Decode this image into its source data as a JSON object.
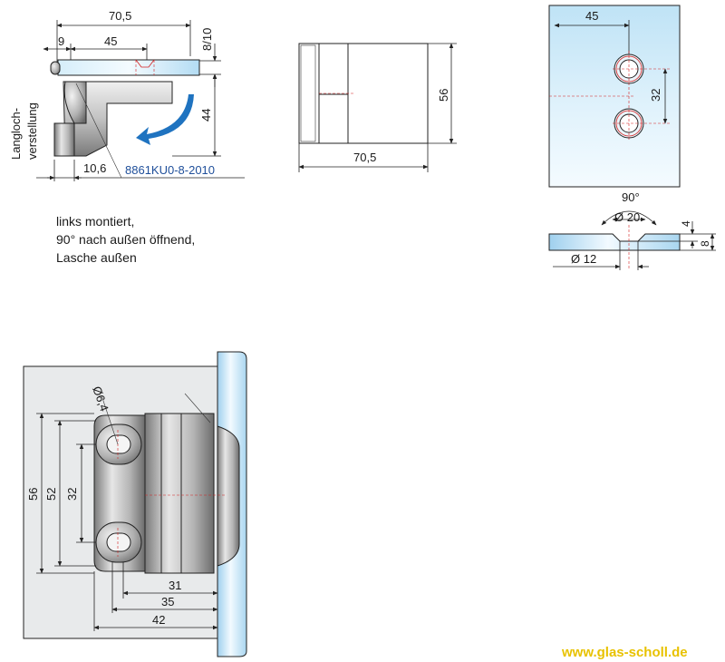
{
  "colors": {
    "glass_light": "#eef8ff",
    "glass_mid": "#bfe3f6",
    "glass_dark": "#8fc9ea",
    "metal_light": "#e6e6e6",
    "metal_mid": "#b5b5b5",
    "metal_dark": "#6c6c6c",
    "arrow_blue": "#1f73c0",
    "dimension_red": "#d42020",
    "part_label_blue": "#1f4f9a",
    "watermark": "#e8c200"
  },
  "side_view": {
    "dim_top_width": "70,5",
    "dim_offset": "9",
    "dim_hole_distance": "45",
    "dim_glass_thickness": "8/10",
    "dim_height": "44",
    "dim_bottom": "10,6",
    "slot_label_line1": "Langloch-",
    "slot_label_line2": "verstellung",
    "part_number": "8861KU0-8-2010"
  },
  "mounting_note": {
    "line1": "links montiert,",
    "line2": "90° nach außen öffnend,",
    "line3": "Lasche außen"
  },
  "front_view": {
    "dim_width": "70,5",
    "dim_height": "56"
  },
  "glass_view": {
    "dim_edge_to_holes": "45",
    "dim_hole_spacing": "32",
    "dim_countersink_angle": "90°",
    "dim_countersink_diameter": "Ø 20",
    "dim_hole_diameter": "Ø 12",
    "dim_countersink_depth": "4",
    "dim_glass_thickness": "8"
  },
  "detail_view": {
    "dim_slot_diameter": "Ø6,4",
    "dim_total_height": "56",
    "dim_outer_slot_span": "52",
    "dim_hole_spacing": "32",
    "dim_31": "31",
    "dim_35": "35",
    "dim_42": "42"
  },
  "watermark_text": "www.glas-scholl.de"
}
